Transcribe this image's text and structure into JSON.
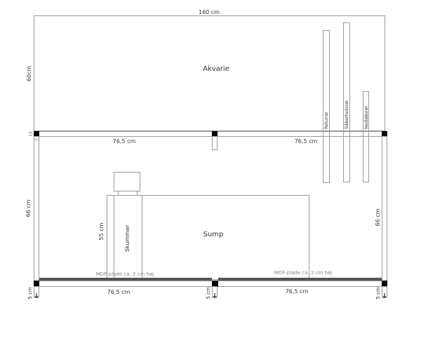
{
  "top_width_label": "160 cm",
  "aquarium": {
    "label": "Akvarie",
    "height_label": "60cm"
  },
  "pipes": [
    {
      "label": "Returrør"
    },
    {
      "label": "Sikkerhedsrør"
    },
    {
      "label": "Nedløbsrør"
    }
  ],
  "frame": {
    "beam_thickness_label": "2,5",
    "beam_width_label": "2,5",
    "top_span_left": "76,5 cm",
    "top_span_right": "76,5 cm",
    "leg_height_left": "66 cm",
    "leg_height_right": "66 cm",
    "bottom_span_left": "76,5 cm",
    "bottom_span_right": "76,5 cm",
    "foot_left": "5 cm",
    "foot_mid": "5 cm",
    "foot_right": "5 cm"
  },
  "mdf": {
    "left": "MDF-plade ca. 2 cm høj",
    "right": "MDF-plade ca. 2 cm høj"
  },
  "sump": {
    "label": "Sump"
  },
  "skimmer": {
    "label": "Skummer",
    "height_label": "55 cm"
  }
}
